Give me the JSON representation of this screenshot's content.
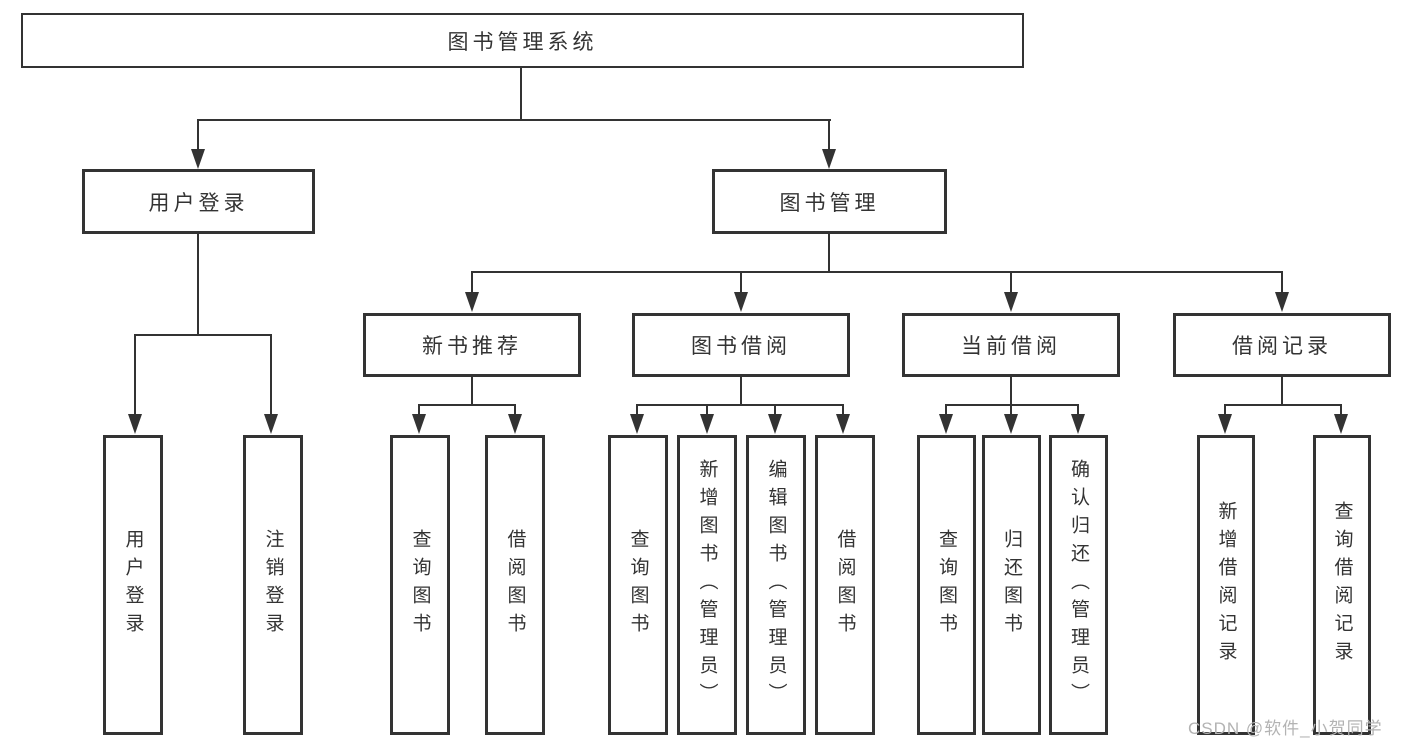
{
  "colors": {
    "line": "#333333",
    "text": "#333333",
    "box_background": "#ffffff",
    "watermark": "#b3b3b3",
    "background": "#ffffff"
  },
  "watermark": "CSDN @软件_小贺同学",
  "tree": {
    "root": "图书管理系统",
    "branches": [
      {
        "label": "用户登录",
        "children": [
          "用户登录",
          "注销登录"
        ]
      },
      {
        "label": "图书管理",
        "groups": [
          {
            "label": "新书推荐",
            "children": [
              "查询图书",
              "借阅图书"
            ]
          },
          {
            "label": "图书借阅",
            "children": [
              "查询图书",
              "新增图书（管理员）",
              "编辑图书（管理员）",
              "借阅图书"
            ]
          },
          {
            "label": "当前借阅",
            "children": [
              "查询图书",
              "归还图书",
              "确认归还（管理员）"
            ]
          },
          {
            "label": "借阅记录",
            "children": [
              "新增借阅记录",
              "查询借阅记录"
            ]
          }
        ]
      }
    ]
  }
}
